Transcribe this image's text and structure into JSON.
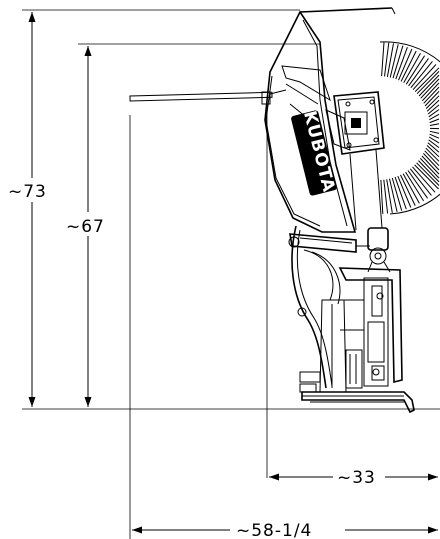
{
  "dimensions": {
    "overall_height": "~73",
    "height_to_pivot": "~67",
    "reach_front": "~33",
    "overall_length": "~58-1/4"
  },
  "brand": "KUBOTA",
  "colors": {
    "line": "#000000",
    "background": "#ffffff",
    "logo_fill": "#000000"
  }
}
